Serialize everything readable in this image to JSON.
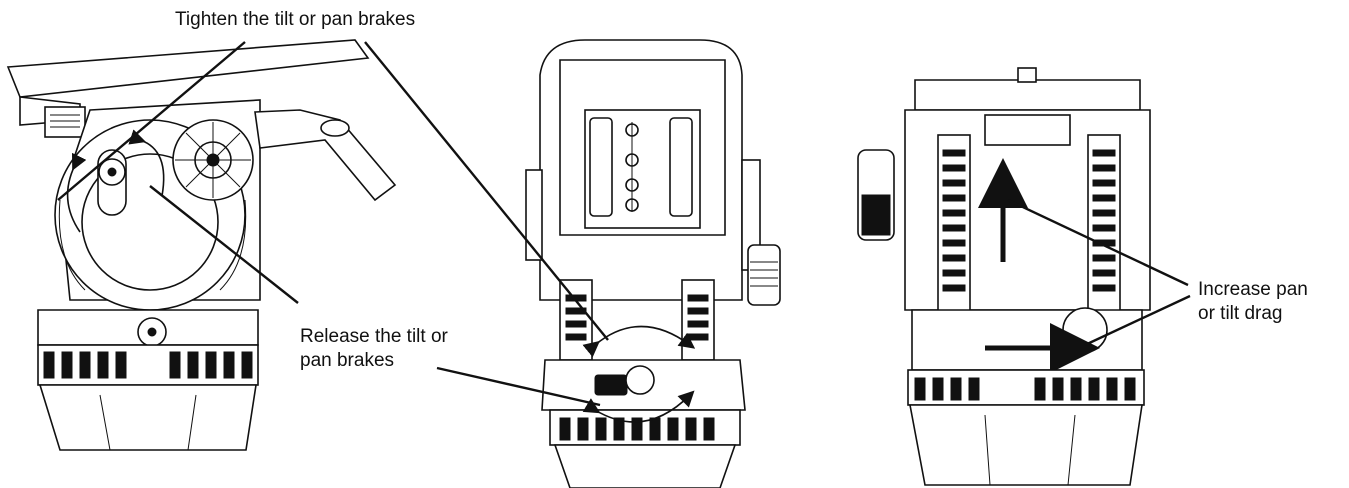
{
  "labels": {
    "tighten": "Tighten the tilt or pan brakes",
    "release_line1": "Release the tilt or",
    "release_line2": "pan brakes",
    "drag_line1": "Increase pan",
    "drag_line2": "or tilt drag"
  },
  "style": {
    "line_color": "#111111",
    "background": "#ffffff"
  }
}
